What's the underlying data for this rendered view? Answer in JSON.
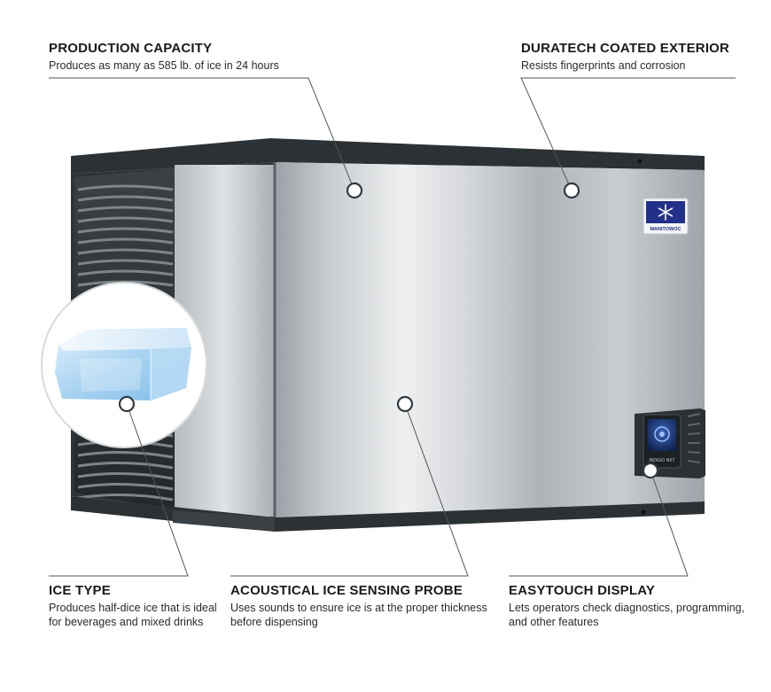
{
  "callouts": {
    "production_capacity": {
      "title": "PRODUCTION CAPACITY",
      "description": "Produces as many as 585 lb. of ice in 24 hours"
    },
    "duratech": {
      "title": "DURATECH COATED EXTERIOR",
      "description": "Resists fingerprints and corrosion"
    },
    "ice_type": {
      "title": "ICE TYPE",
      "description": "Produces half-dice ice that is ideal for beverages and mixed drinks"
    },
    "probe": {
      "title": "ACOUSTICAL ICE SENSING PROBE",
      "description": "Uses sounds to ensure ice is at the proper thickness before dispensing"
    },
    "easytouch": {
      "title": "EASYTOUCH DISPLAY",
      "description": "Lets operators check diagnostics, programming, and other features"
    }
  },
  "badge": {
    "brand": "MANITOWOC"
  },
  "display": {
    "brand": "INDIGO NXT"
  },
  "colors": {
    "text": "#1a1a1a",
    "leader_line": "#555555",
    "trim": "#2b3135",
    "steel_light": "#e6e8ea",
    "steel_dark": "#8d949a",
    "badge_blue": "#23308a"
  }
}
